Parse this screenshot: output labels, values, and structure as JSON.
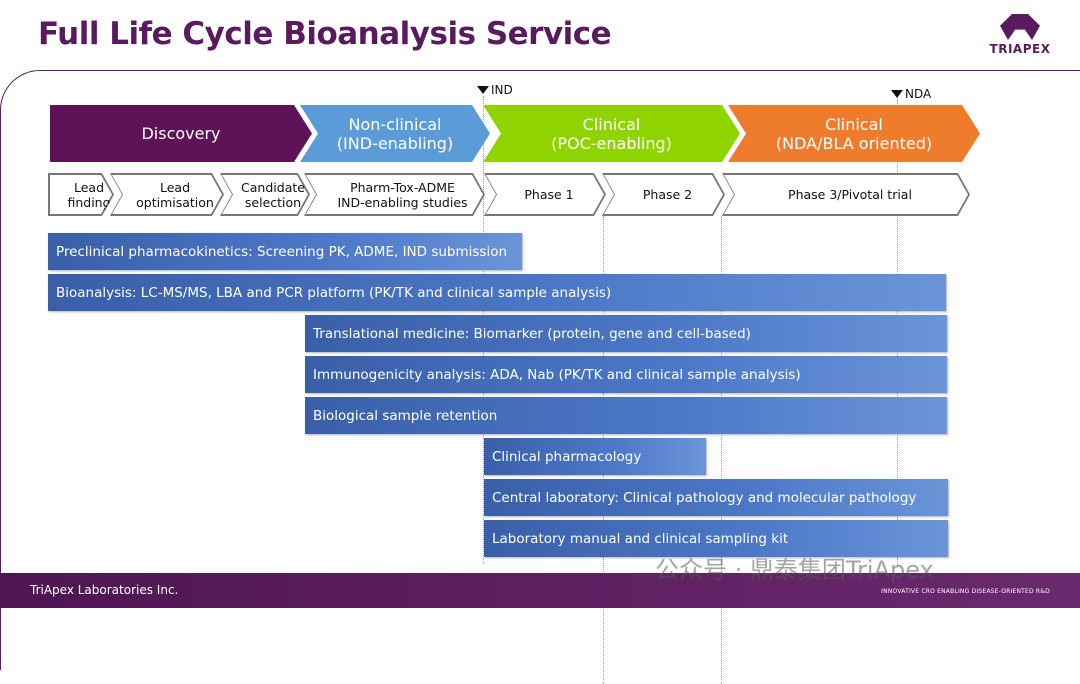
{
  "title": "Full Life Cycle Bioanalysis Service",
  "logo": {
    "text": "TRIAPEX"
  },
  "markers": {
    "ind": "IND",
    "nda": "NDA"
  },
  "phases": [
    {
      "label": "Discovery",
      "color": "#5e1358"
    },
    {
      "label": "Non-clinical",
      "label2": "(IND-enabling)",
      "color": "#5b9bd8"
    },
    {
      "label": "Clinical",
      "label2": "(POC-enabling)",
      "color": "#8fd400"
    },
    {
      "label": "Clinical",
      "label2": "(NDA/BLA oriented)",
      "color": "#ef7c2c"
    }
  ],
  "stages": [
    {
      "l1": "Lead",
      "l2": "finding"
    },
    {
      "l1": "Lead",
      "l2": "optimisation"
    },
    {
      "l1": "Candidate",
      "l2": "selection"
    },
    {
      "l1": "Pharm-Tox-ADME",
      "l2": "IND-enabling studies"
    },
    {
      "l1": "Phase 1"
    },
    {
      "l1": "Phase 2"
    },
    {
      "l1": "Phase 3/Pivotal trial"
    }
  ],
  "services": [
    "Preclinical pharmacokinetics: Screening PK, ADME, IND submission",
    "Bioanalysis: LC-MS/MS, LBA and PCR platform (PK/TK and clinical sample analysis)",
    "Translational medicine: Biomarker (protein, gene and cell-based)",
    "Immunogenicity analysis: ADA, Nab (PK/TK and clinical sample analysis)",
    "Biological sample retention",
    "Clinical pharmacology",
    "Central laboratory: Clinical pathology and molecular pathology",
    "Laboratory manual and clinical sampling kit"
  ],
  "footer": {
    "company": "TriApex Laboratories Inc.",
    "tagline": "INNOVATIVE CRO ENABLING DISEASE-ORIENTED R&D"
  },
  "watermark": "公众号 · 鼎泰集团TriApex"
}
